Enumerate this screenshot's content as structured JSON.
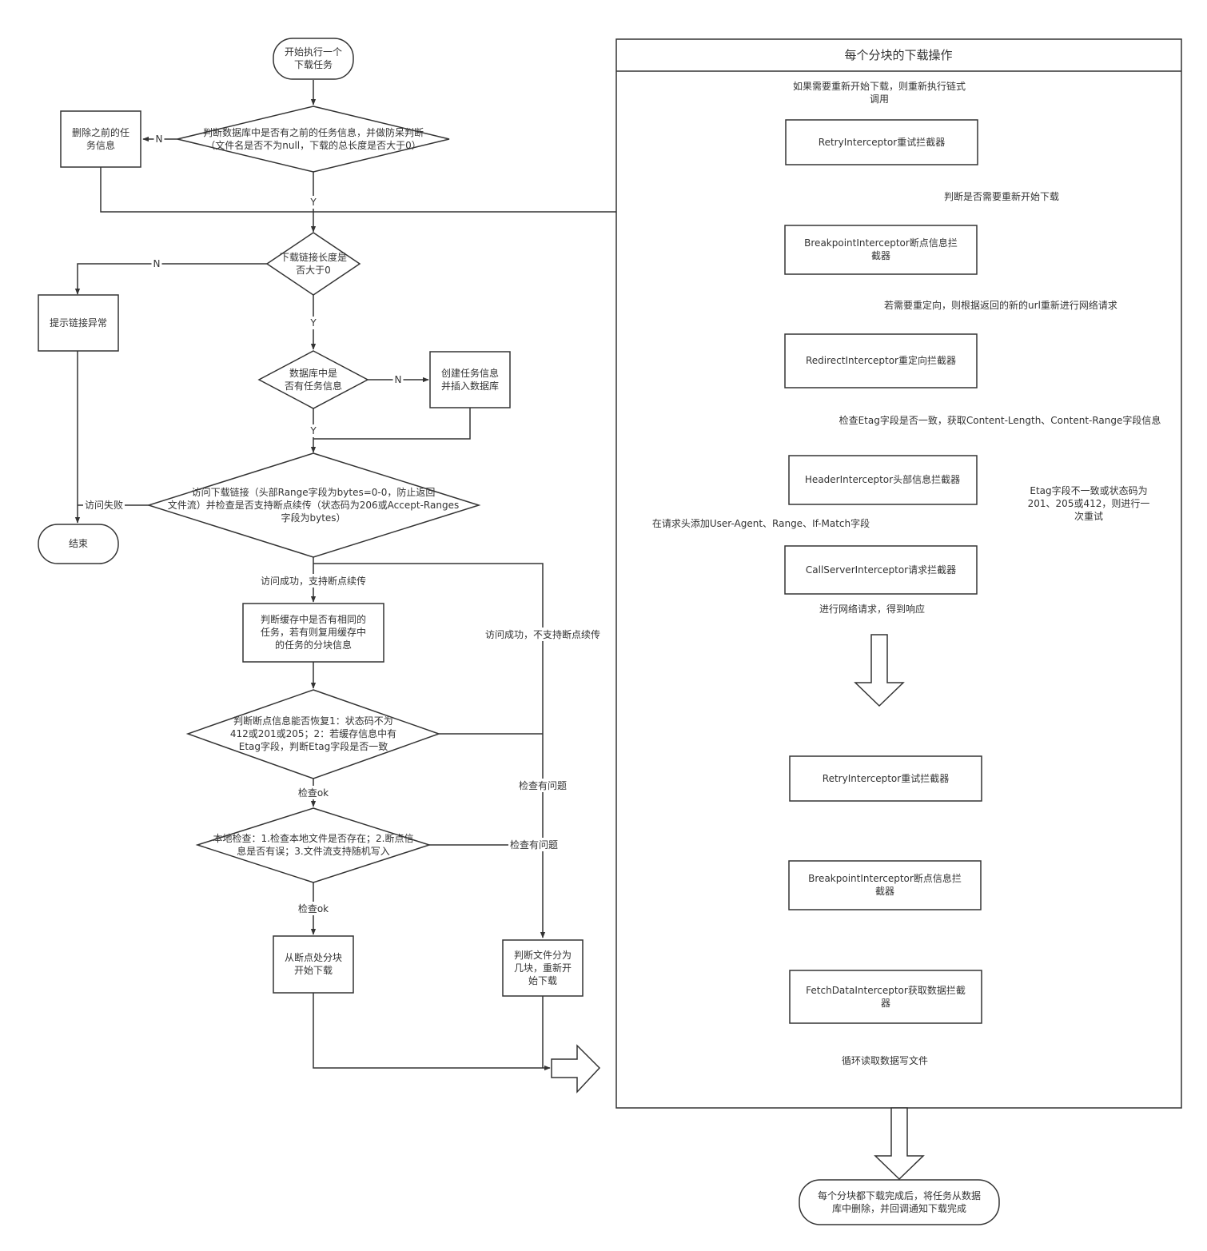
{
  "colors": {
    "stroke": "#333333",
    "text": "#333333",
    "background": "#ffffff"
  },
  "start": [
    "开始执行一个",
    "下载任务"
  ],
  "check_db": [
    "判断数据库中是否有之前的任务信息，并做防呆判断",
    "（文件名是否不为null，下载的总长度是否大于0）"
  ],
  "delete_prev": [
    "删除之前的任",
    "务信息"
  ],
  "check_length": [
    "下载链接长度是",
    "否大于0"
  ],
  "link_error": [
    "提示链接异常"
  ],
  "db_has_task": [
    "数据库中是",
    "否有任务信息"
  ],
  "create_task": [
    "创建任务信息",
    "并插入数据库"
  ],
  "access_link": [
    "访问下载链接（头部Range字段为bytes=0-0，防止返回",
    "文件流）并检查是否支持断点续传（状态码为206或Accept-Ranges",
    "字段为bytes）"
  ],
  "end": [
    "结束"
  ],
  "check_cache": [
    "判断缓存中是否有相同的",
    "任务，若有则复用缓存中",
    "的任务的分块信息"
  ],
  "check_resume": [
    "判断断点信息能否恢复1：状态码不为",
    "412或201或205；2：若缓存信息中有",
    "Etag字段，判断Etag字段是否一致"
  ],
  "local_check": [
    "本地检查：1.检查本地文件是否存在；2.断点信",
    "息是否有误；3.文件流支持随机写入"
  ],
  "resume_download": [
    "从断点处分块",
    "开始下载"
  ],
  "restart_download": [
    "判断文件分为",
    "几块，重新开",
    "始下载"
  ],
  "final": [
    "每个分块都下载完成后，将任务从数据",
    "库中删除，并回调通知下载完成"
  ],
  "labels": {
    "n": "N",
    "y": "Y",
    "access_fail": "访问失败",
    "access_ok_resume": "访问成功，支持断点续传",
    "access_ok_no_resume": "访问成功，不支持断点续传",
    "check_ok": "检查ok",
    "check_problem": "检查有问题"
  },
  "panel": {
    "title": "每个分块的下载操作",
    "retry_note": [
      "如果需要重新开始下载，则重新执行链式",
      "调用"
    ],
    "chain1": [
      [
        "RetryInterceptor重试拦截器"
      ],
      [
        "BreakpointInterceptor断点信息拦",
        "截器"
      ],
      [
        "RedirectInterceptor重定向拦截器"
      ],
      [
        "HeaderInterceptor头部信息拦截器"
      ],
      [
        "CallServerInterceptor请求拦截器"
      ]
    ],
    "chain2": [
      [
        "RetryInterceptor重试拦截器"
      ],
      [
        "BreakpointInterceptor断点信息拦",
        "截器"
      ],
      [
        "FetchDataInterceptor获取数据拦截",
        "器"
      ]
    ],
    "note_restart": "判断是否需要重新开始下载",
    "note_redirect": "若需要重定向，则根据返回的新的url重新进行网络请求",
    "note_etag": "检查Etag字段是否一致，获取Content-Length、Content-Range字段信息",
    "note_retry_once": [
      "Etag字段不一致或状态码为",
      "201、205或412，则进行一",
      "次重试"
    ],
    "note_headers": "在请求头添加User-Agent、Range、If-Match字段",
    "note_network": "进行网络请求，得到响应",
    "note_loop": "循环读取数据写文件"
  }
}
